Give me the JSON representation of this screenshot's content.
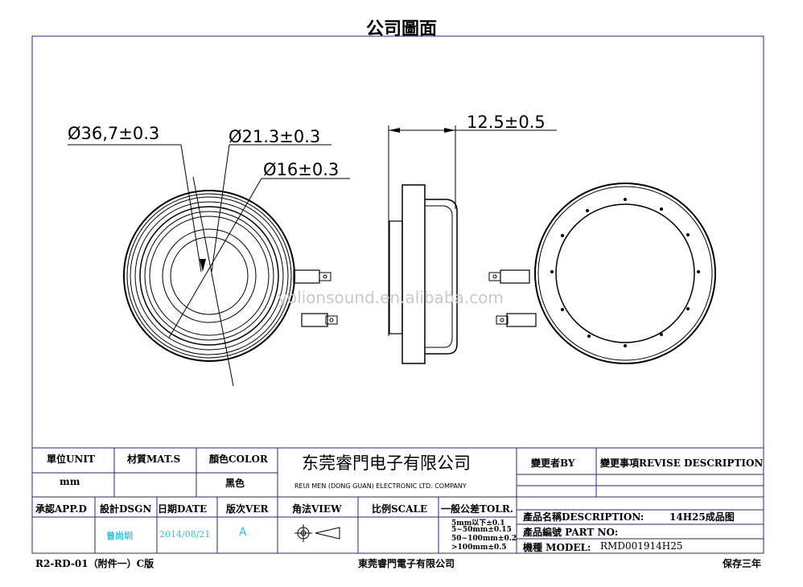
{
  "doc": {
    "title": "公司圖面",
    "footer_left": "R2-RD-01（附件一）C版",
    "footer_center": "東莞睿門電子有限公司",
    "footer_right": "保存三年",
    "watermark": "yolionsound.en.alibaba.com"
  },
  "dimensions": {
    "outer_dia": "Ø36,7±0.3",
    "mid_dia": "Ø21.3±0.3",
    "inner_dia": "Ø16±0.3",
    "height": "12.5±0.5"
  },
  "title_block": {
    "unit_label": "單位UNIT",
    "unit_value": "mm",
    "material_label": "材質MAT.S",
    "material_value": "",
    "color_label": "顏色COLOR",
    "color_value": "黑色",
    "company_cn": "东莞睿門电子有限公司",
    "company_en": "REUI  MEN   (DONG GUAN)   ELECTRONIC   LTD.   COMPANY",
    "approve_label": "承認APP.D",
    "design_label": "設計DSGN",
    "date_label": "日期DATE",
    "version_label": "版次VER",
    "view_label": "角法VIEW",
    "scale_label": "比例SCALE",
    "tolerance_label": "一般公差TOLR.",
    "designer": "曾尚圳",
    "date": "2014/08/21",
    "version": "A",
    "tolerances": [
      "5mm以下±0.1",
      "5~50mm±0.15",
      "50~100mm±0.2",
      ">100mm±0.5"
    ],
    "changer_label": "變更者BY",
    "revise_label": "變更事項REVISE DESCRIPTION",
    "description_label": "產品名稱DESCRIPTION:",
    "description_value": "14H25成品图",
    "partno_label": "產品編號 PART NO:",
    "model_label": "機種 MODEL:",
    "model_value": "RMD001914H25"
  },
  "colors": {
    "frame": "#1f2a8a",
    "line": "#000000",
    "accent": "#31c6d6"
  }
}
